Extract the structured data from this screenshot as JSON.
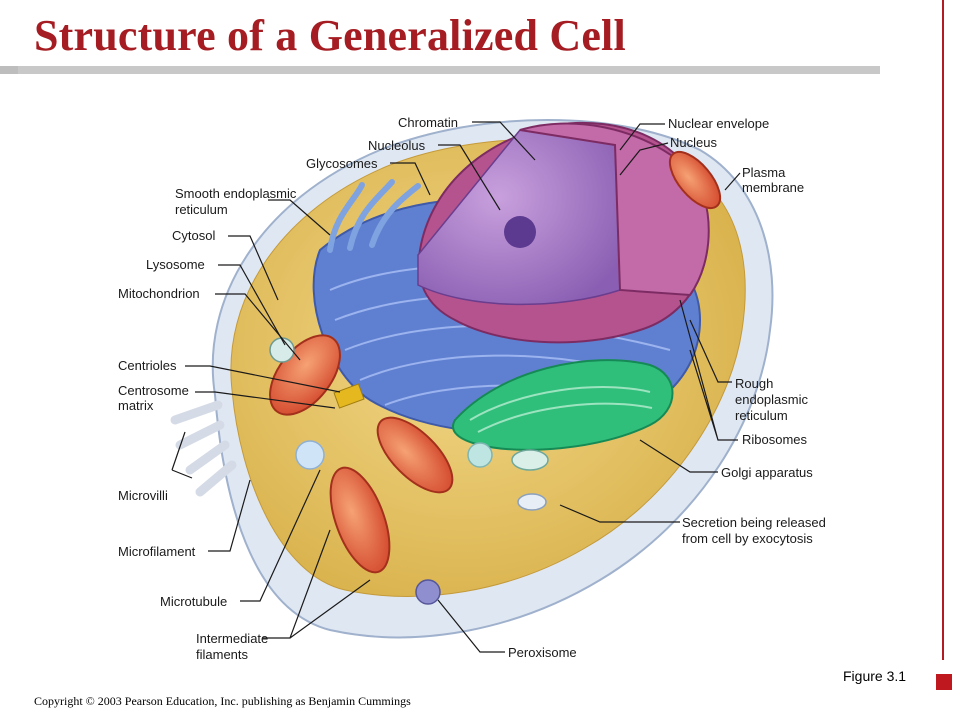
{
  "slide": {
    "title": "Structure of a Generalized Cell",
    "figure_ref": "Figure 3.1",
    "copyright": "Copyright © 2003 Pearson Education, Inc. publishing as Benjamin Cummings"
  },
  "labels": {
    "chromatin": "Chromatin",
    "nucleolus": "Nucleolus",
    "glycosomes": "Glycosomes",
    "smooth_er_1": "Smooth endoplasmic",
    "smooth_er_2": "reticulum",
    "cytosol": "Cytosol",
    "lysosome": "Lysosome",
    "mitochondrion": "Mitochondrion",
    "centrioles": "Centrioles",
    "centrosome_1": "Centrosome",
    "centrosome_2": "matrix",
    "microvilli": "Microvilli",
    "microfilament": "Microfilament",
    "microtubule": "Microtubule",
    "intermediate_1": "Intermediate",
    "intermediate_2": "filaments",
    "nuclear_envelope": "Nuclear envelope",
    "nucleus": "Nucleus",
    "plasma_1": "Plasma",
    "plasma_2": "membrane",
    "rough_er_1": "Rough",
    "rough_er_2": "endoplasmic",
    "rough_er_3": "reticulum",
    "ribosomes": "Ribosomes",
    "golgi": "Golgi apparatus",
    "secretion_1": "Secretion being released",
    "secretion_2": "from cell by exocytosis",
    "peroxisome": "Peroxisome"
  }
}
